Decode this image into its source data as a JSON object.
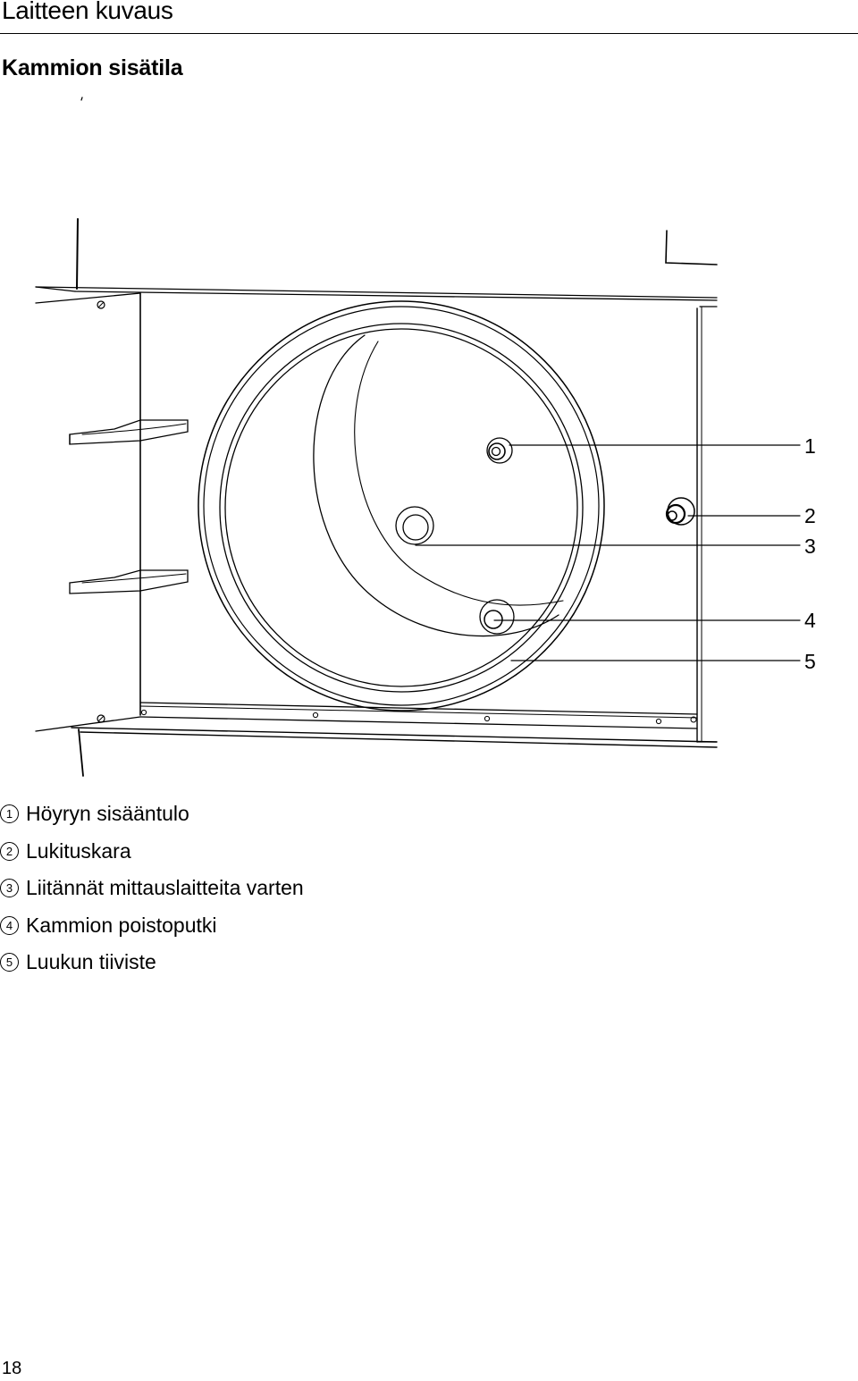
{
  "header": {
    "title": "Laitteen kuvaus",
    "section": "Kammion sisätila"
  },
  "figure": {
    "callouts": [
      "1",
      "2",
      "3",
      "4",
      "5"
    ]
  },
  "legend": [
    {
      "marker": "1",
      "text": "Höyryn sisääntulo"
    },
    {
      "marker": "2",
      "text": "Lukituskara"
    },
    {
      "marker": "3",
      "text": "Liitännät mittauslaitteita varten"
    },
    {
      "marker": "4",
      "text": "Kammion poistoputki"
    },
    {
      "marker": "5",
      "text": "Luukun tiiviste"
    }
  ],
  "footer": {
    "page_number": "18"
  }
}
